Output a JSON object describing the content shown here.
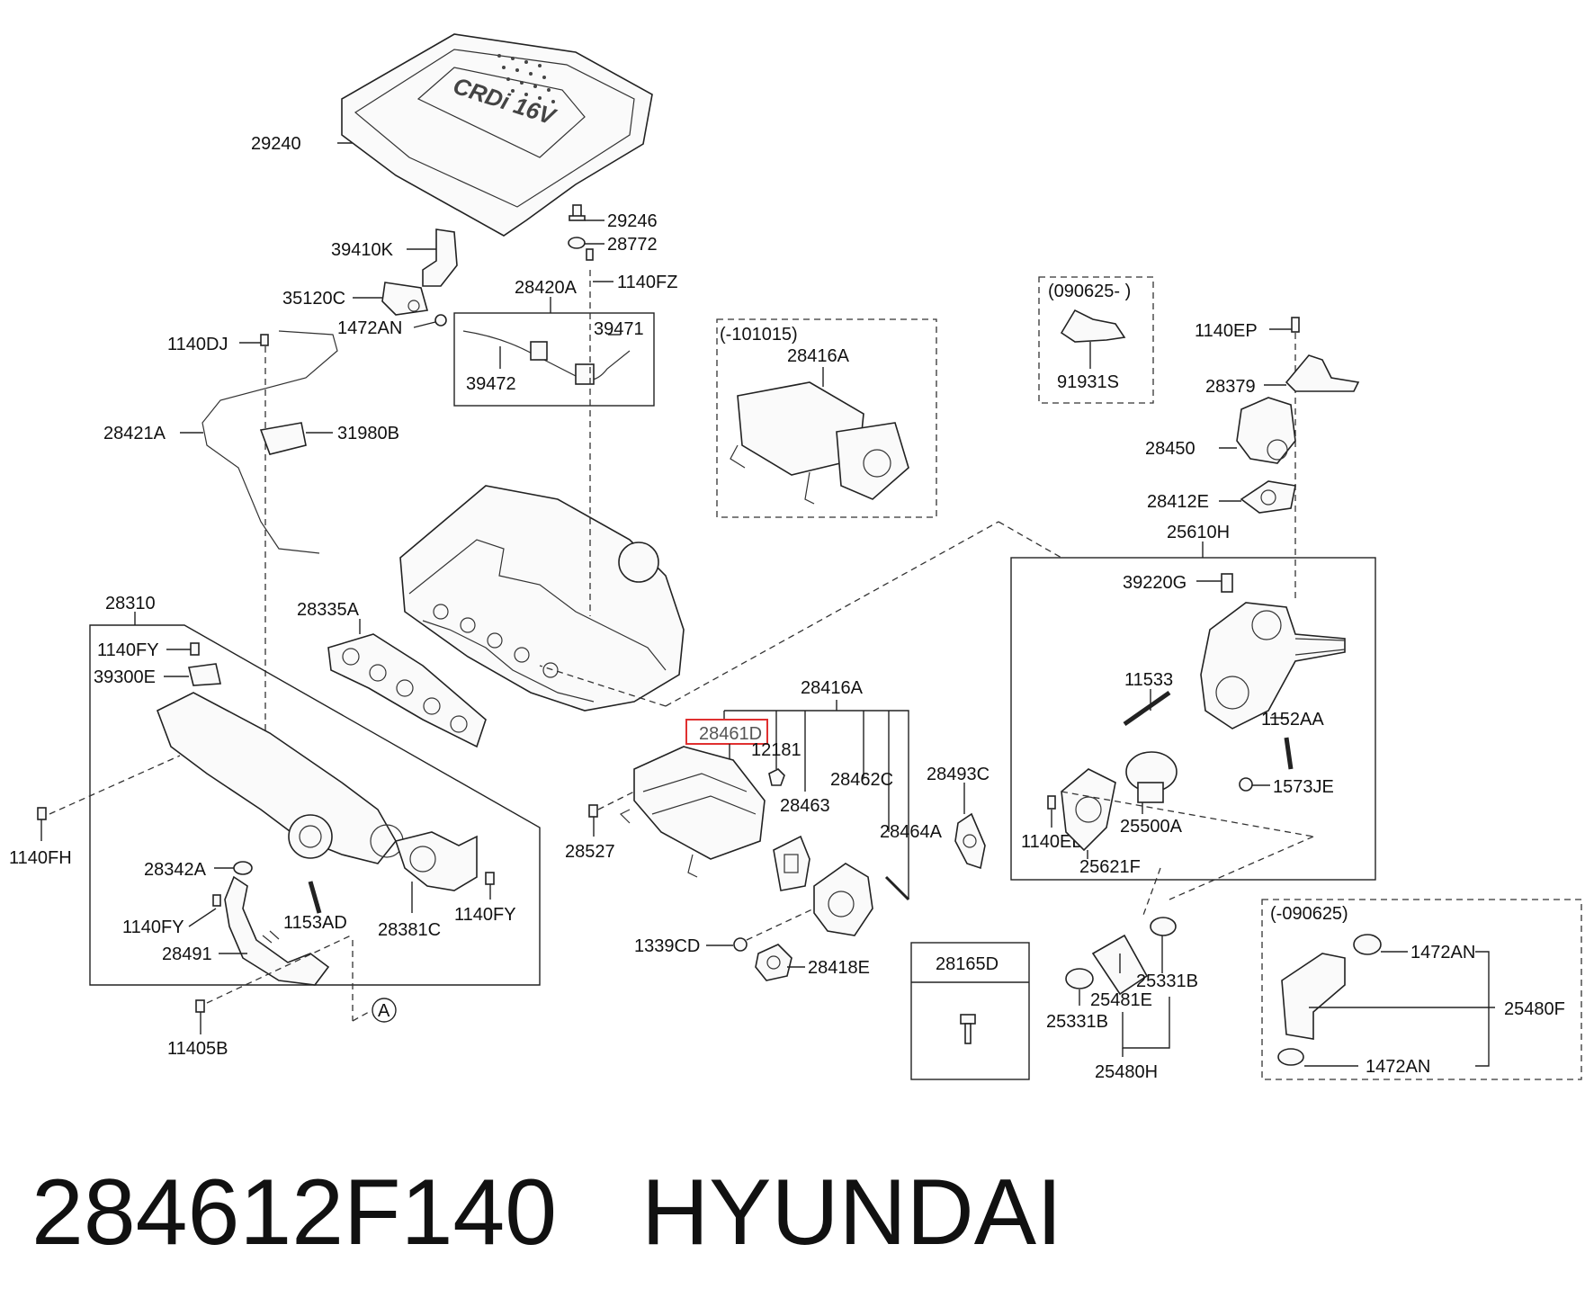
{
  "parts": {
    "p29240": "29240",
    "p29246": "29246",
    "p28772": "28772",
    "p39410K": "39410K",
    "p35120C": "35120C",
    "p1472AN_a": "1472AN",
    "p28420A": "28420A",
    "p1140FZ": "1140FZ",
    "p39471": "39471",
    "p39472": "39472",
    "p1140DJ": "1140DJ",
    "p28421A": "28421A",
    "p31980B": "31980B",
    "p101015": "(-101015)",
    "p28416A_a": "28416A",
    "p090625": "(090625- )",
    "p91931S": "91931S",
    "p1140EP": "1140EP",
    "p28379": "28379",
    "p28450": "28450",
    "p28412E": "28412E",
    "p25610H": "25610H",
    "p39220G": "39220G",
    "p11533": "11533",
    "p1152AA": "1152AA",
    "p1573JE": "1573JE",
    "p28493C": "28493C",
    "p25500A": "25500A",
    "p1140EB": "1140EB",
    "p25621F": "25621F",
    "p28416A_b": "28416A",
    "p28461D": "28461D",
    "p12181": "12181",
    "p28462C": "28462C",
    "p28463": "28463",
    "p28464A": "28464A",
    "p28527": "28527",
    "p1339CD": "1339CD",
    "p28418E": "28418E",
    "p28165D": "28165D",
    "p28310": "28310",
    "p28335A": "28335A",
    "p1140FY_a": "1140FY",
    "p39300E": "39300E",
    "p1140FH": "1140FH",
    "p28342A": "28342A",
    "p1140FY_b": "1140FY",
    "p1153AD": "1153AD",
    "p28381C": "28381C",
    "p1140FY_c": "1140FY",
    "p28491": "28491",
    "p11405B": "11405B",
    "pA": "A",
    "p25331B_a": "25331B",
    "p25481E": "25481E",
    "p25331B_b": "25331B",
    "p25480H": "25480H",
    "p_090625": "(-090625)",
    "p1472AN_b": "1472AN",
    "p25480F": "25480F",
    "p1472AN_c": "1472AN",
    "cover_text": "CRDi 16V"
  },
  "footer": {
    "part_number": "284612F140",
    "brand": "HYUNDAI"
  },
  "highlight": {
    "part": "28461D",
    "color": "#e03030"
  }
}
